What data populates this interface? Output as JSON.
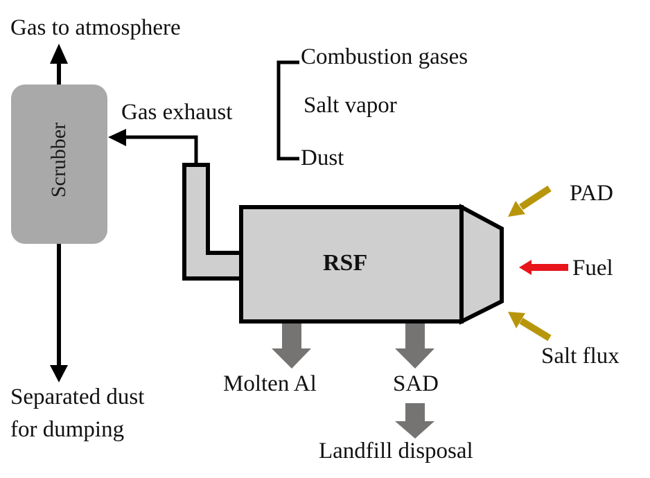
{
  "diagram": {
    "colors": {
      "line": "#000000",
      "scrubber_fill": "#a9a9a9",
      "furnace_fill": "#d0cfd0",
      "product_arrow": "#767373",
      "feed_arrow_gold": "#b8960c",
      "fuel_arrow": "#e8141b"
    },
    "nodes": {
      "scrubber": "Scrubber",
      "furnace": "RSF"
    },
    "labels": {
      "gas_to_atmosphere": "Gas to atmosphere",
      "gas_exhaust": "Gas exhaust",
      "exhaust_components": [
        "Combustion gases",
        "Salt vapor",
        "Dust"
      ],
      "separated_dust_line1": "Separated dust",
      "separated_dust_line2": "for dumping",
      "inputs": {
        "pad": "PAD",
        "fuel": "Fuel",
        "salt_flux": "Salt flux"
      },
      "outputs": {
        "molten_al": "Molten Al",
        "sad": "SAD",
        "landfill": "Landfill disposal"
      }
    },
    "edges": [
      {
        "from": "Scrubber",
        "to": "Gas to atmosphere"
      },
      {
        "from": "RSF",
        "to": "Scrubber",
        "label": "Gas exhaust"
      },
      {
        "from": "Scrubber",
        "to": "Separated dust for dumping"
      },
      {
        "from": "PAD",
        "to": "RSF"
      },
      {
        "from": "Fuel",
        "to": "RSF"
      },
      {
        "from": "Salt flux",
        "to": "RSF"
      },
      {
        "from": "RSF",
        "to": "Molten Al"
      },
      {
        "from": "RSF",
        "to": "SAD"
      },
      {
        "from": "SAD",
        "to": "Landfill disposal"
      }
    ]
  }
}
